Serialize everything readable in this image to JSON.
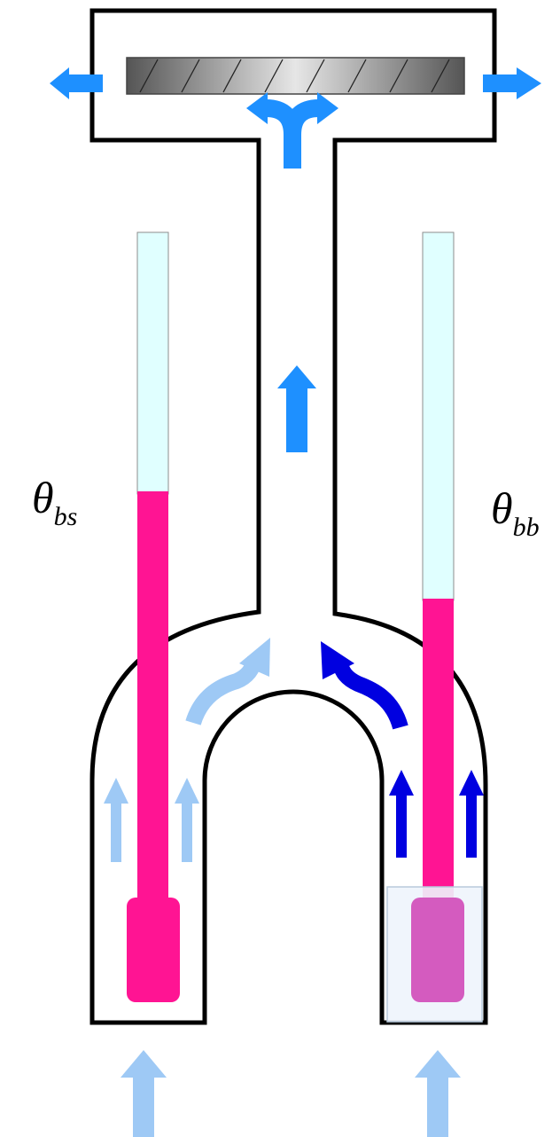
{
  "labels": {
    "left": {
      "symbol": "θ",
      "subscript": "bs"
    },
    "right": {
      "symbol": "θ",
      "subscript": "bb"
    }
  },
  "colors": {
    "outline": "#000000",
    "duct_fill": "#ffffff",
    "thermometer_tube": "#e0ffff",
    "thermometer_liquid": "#ff1493",
    "wet_bulb_bulb": "#d45bbf",
    "wet_bulb_sleeve": "#eef4fc",
    "airflow_primary": "#1e90ff",
    "airflow_light": "#9ec9f5",
    "airflow_dark": "#0000e0",
    "fan": "#999999"
  },
  "icons": {
    "fan": "fan-rotor-icon",
    "arrows": "airflow-arrow-icon"
  }
}
